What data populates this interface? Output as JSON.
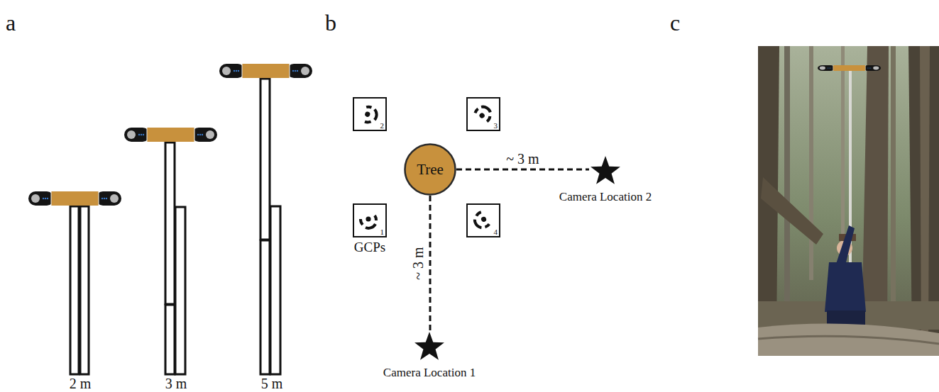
{
  "diagram": {
    "nodes": [
      {
        "text": [
          "Tree"
        ]
      },
      {
        "text": [
          "2"
        ]
      },
      {
        "text": [
          "3"
        ]
      },
      {
        "text": [
          "1"
        ]
      },
      {
        "text": [
          "4"
        ]
      },
      {
        "text": [
          "Camera Location 1"
        ]
      },
      {
        "text": [
          "Camera Location 2"
        ]
      }
    ],
    "edges": [
      {
        "from": 0,
        "to": 5,
        "arrow": "none",
        "label": "~ 3 m"
      },
      {
        "from": 0,
        "to": 6,
        "arrow": "none",
        "label": "~ 3 m"
      }
    ],
    "labels": [
      "a",
      "b",
      "c",
      "2 m",
      "3 m",
      "5 m",
      "GCPs"
    ]
  }
}
